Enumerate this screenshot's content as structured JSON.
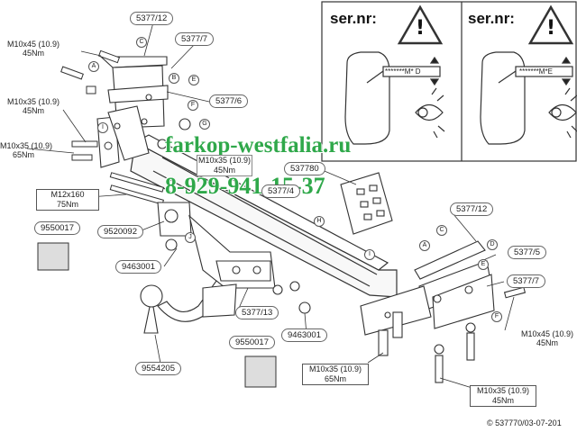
{
  "specs": {
    "top_left": {
      "bolt": "M10x45 (10.9)",
      "torque": "45Nm"
    },
    "left_mid": {
      "bolt": "M10x35 (10.9)",
      "torque": "45Nm"
    },
    "left_low": {
      "bolt": "M10x35 (10.9)",
      "torque": "65Nm"
    },
    "left_m12": {
      "bolt": "M12x160",
      "torque": "75Nm"
    },
    "center": {
      "bolt": "M10x35 (10.9)",
      "torque": "45Nm"
    },
    "right_top": {
      "bolt": "M10x45 (10.9)",
      "torque": "45Nm"
    },
    "bottom_mid": {
      "bolt": "M10x35 (10.9)",
      "torque": "65Nm"
    },
    "bottom_right": {
      "bolt": "M10x35 (10.9)",
      "torque": "45Nm"
    }
  },
  "parts": {
    "p5377_12_top": "5377/12",
    "p5377_7_top": "5377/7",
    "p5377_6": "5377/6",
    "p537780": "537780",
    "p5377_4": "5377/4",
    "p9550017_left": "9550017",
    "p9520092": "9520092",
    "p9463001_left": "9463001",
    "p5377_13": "5377/13",
    "p9463001_mid": "9463001",
    "p9550017_bottom": "9550017",
    "p9554205": "9554205",
    "p5377_12_right": "5377/12",
    "p5377_5": "5377/5",
    "p5377_7_right": "5377/7"
  },
  "letters": {
    "A1": "A",
    "B1": "B",
    "C1": "C",
    "E1": "E",
    "F1": "F",
    "G1": "G",
    "I1": "I",
    "J1": "J",
    "H1": "H",
    "I2": "I",
    "A2": "A",
    "C2": "C",
    "D2": "D",
    "E2": "E",
    "F2": "F"
  },
  "serial": {
    "label_left": "ser.nr:",
    "label_right": "ser.nr:",
    "code_left": "*******M* D",
    "code_right": "*******M*E"
  },
  "watermark": {
    "site": "farkop-westfalia.ru",
    "phone": "8-929-941-15-37"
  },
  "footer": "© 537770/03-07-201"
}
